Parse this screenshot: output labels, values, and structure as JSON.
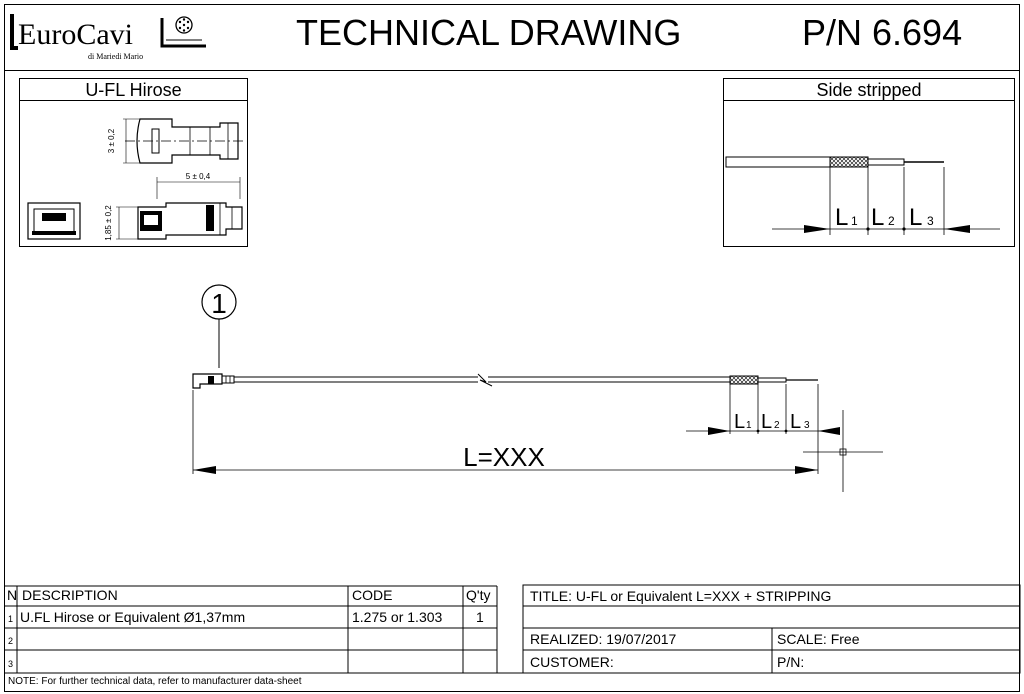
{
  "header": {
    "logo_text": "EuroCavi",
    "logo_sub": "di Mariedi Mario",
    "title": "TECHNICAL DRAWING",
    "part_number": "P/N 6.694"
  },
  "connector_view": {
    "title": "U-FL Hirose",
    "dim_height": "3 ± 0,2",
    "dim_length": "5 ± 0,4",
    "dim_side_height": "1,85 ± 0,2"
  },
  "side_view": {
    "title": "Side stripped"
  },
  "strip_labels": {
    "l1_main": "L",
    "l1_sub": "1",
    "l2_main": "L",
    "l2_sub": "2",
    "l3_main": "L",
    "l3_sub": "3"
  },
  "balloon": "1",
  "length_label": "L=XXX",
  "bom": {
    "headers": {
      "n": "N",
      "description": "DESCRIPTION",
      "code": "CODE",
      "qty": "Q'ty"
    },
    "rows": [
      {
        "n": "1",
        "description": "U.FL Hirose or Equivalent Ø1,37mm",
        "code": "1.275 or 1.303",
        "qty": "1"
      },
      {
        "n": "2",
        "description": "",
        "code": "",
        "qty": ""
      },
      {
        "n": "3",
        "description": "",
        "code": "",
        "qty": ""
      }
    ],
    "note": "NOTE: For further technical data, refer to manufacturer data-sheet"
  },
  "title_block": {
    "title": "TITLE: U-FL or Equivalent L=XXX + STRIPPING",
    "realized": "REALIZED: 19/07/2017",
    "scale": "SCALE: Free",
    "customer": "CUSTOMER:",
    "pn": "P/N:"
  }
}
